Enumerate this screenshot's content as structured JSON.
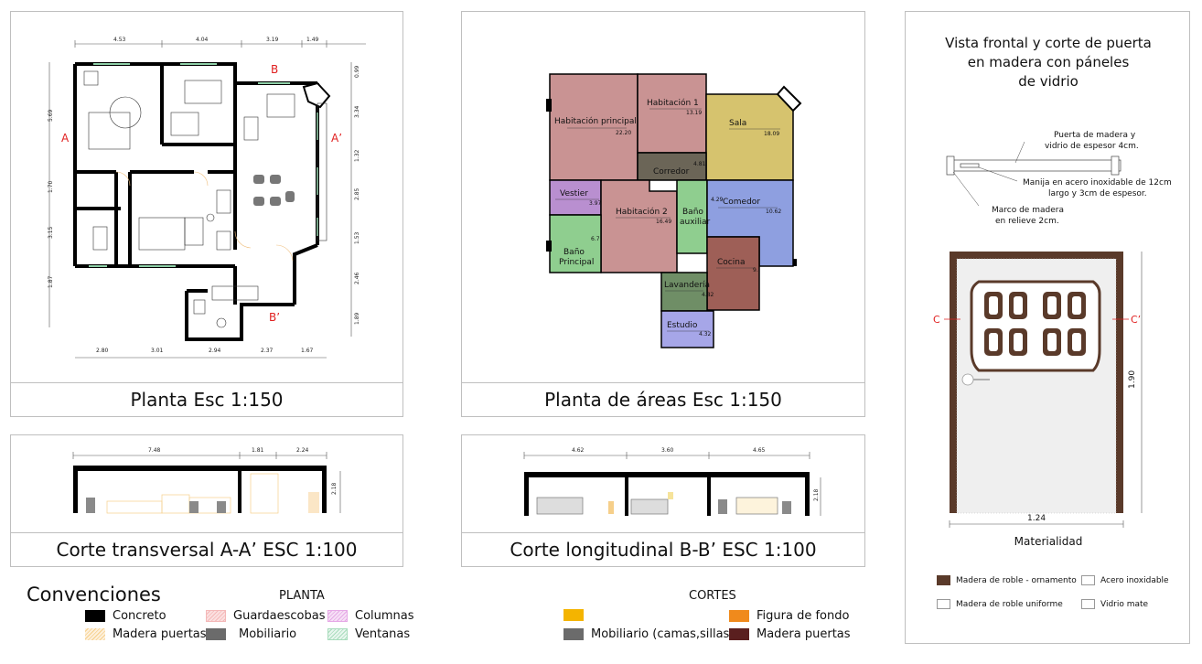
{
  "plan": {
    "caption": "Planta Esc 1:150",
    "dims_top": [
      "4.53",
      "4.04",
      "3.19",
      "1.49"
    ],
    "dims_bottom": [
      "2.80",
      "3.01",
      "2.94",
      "2.37",
      "1.67"
    ],
    "dims_left": [
      "5.69",
      "1.70",
      "3.15",
      "1.87"
    ],
    "dims_right": [
      "0.99",
      "3.34",
      "1.32",
      "2.85",
      "1.53",
      "2.46",
      "1.89"
    ],
    "labels": {
      "a": "A",
      "a2": "A’",
      "b": "B",
      "b2": "B’"
    }
  },
  "areas": {
    "caption": "Planta de áreas Esc 1:150",
    "rooms": [
      {
        "name": "Habitación principal",
        "area": "22.20",
        "color": "#c99393"
      },
      {
        "name": "Habitación 1",
        "area": "13.19",
        "color": "#c99393"
      },
      {
        "name": "Sala",
        "area": "18.09",
        "color": "#d6c36e"
      },
      {
        "name": "Corredor",
        "area": "4.81",
        "color": "#6b6557"
      },
      {
        "name": "Vestier",
        "area": "3.97",
        "color": "#b98fd0"
      },
      {
        "name": "Habitación 2",
        "area": "16.49",
        "color": "#c99393"
      },
      {
        "name": "Baño auxiliar",
        "area": "4.29",
        "color": "#8fce8f"
      },
      {
        "name": "Comedor",
        "area": "10.62",
        "color": "#8e9fe0"
      },
      {
        "name": "Baño Principal",
        "area": "6.7",
        "color": "#8fce8f"
      },
      {
        "name": "Cocina",
        "area": "9.",
        "color": "#9e5f57"
      },
      {
        "name": "Lavandería",
        "area": "4.82",
        "color": "#6f8e66"
      },
      {
        "name": "Estudio",
        "area": "4.32",
        "color": "#a6a6e8"
      }
    ]
  },
  "section_a": {
    "caption": "Corte transversal A-A’ ESC 1:100",
    "dims": [
      "7.48",
      "1.81",
      "2.24"
    ],
    "height": "2.18"
  },
  "section_b": {
    "caption": "Corte longitudinal B-B’ ESC 1:100",
    "dims": [
      "4.62",
      "3.60",
      "4.65"
    ],
    "height": "2.18"
  },
  "door": {
    "title_lines": [
      "Vista frontal y corte de puerta",
      "en madera con páneles",
      "de vidrio"
    ],
    "notes": [
      [
        "Puerta de madera y",
        "vidrio de espesor 4cm."
      ],
      [
        "Manija en acero inoxidable de 12cm",
        "largo y 3cm de espesor."
      ],
      [
        "Marco de madera",
        "en relieve 2cm."
      ]
    ],
    "cut_left": "C",
    "cut_right": "C’",
    "height": "1.90",
    "width": "1.24",
    "materiality_title": "Materialidad",
    "materials": [
      {
        "label": "Madera de roble - ornamento",
        "color": "#5a3a2a"
      },
      {
        "label": "Acero inoxidable",
        "color": "#ffffff"
      },
      {
        "label": "Madera de roble uniforme",
        "color": "#ffffff"
      },
      {
        "label": "Vidrio mate",
        "color": "#ffffff"
      }
    ]
  },
  "conventions": {
    "title": "Convenciones",
    "planta_title": "PLANTA",
    "cortes_title": "CORTES",
    "planta_items": [
      {
        "label": "Concreto",
        "color": "#000000"
      },
      {
        "label": "Guardaescobas",
        "color": "#f7d7d7"
      },
      {
        "label": "Columnas",
        "color": "#f1d2f1"
      },
      {
        "label": "Madera puertas",
        "color": "#fbe6c6"
      },
      {
        "label": "Mobiliario",
        "color": "#6b6b6b"
      },
      {
        "label": "Ventanas",
        "color": "#d8f0e0"
      }
    ],
    "cortes_items": [
      {
        "label": "",
        "color": "#f4b400"
      },
      {
        "label": "Figura de fondo",
        "color": "#f08a1c"
      },
      {
        "label": "Mobiliario (camas,sillas)",
        "color": "#6b6b6b"
      },
      {
        "label": "Madera puertas",
        "color": "#5a1f1f"
      }
    ]
  }
}
